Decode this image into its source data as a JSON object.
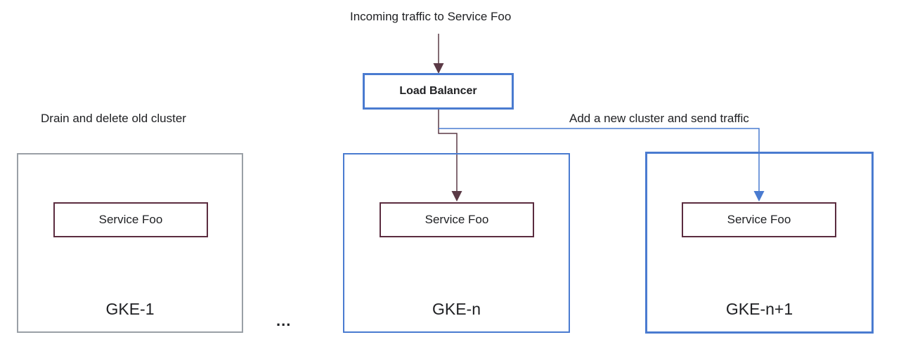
{
  "title": "Incoming traffic to Service Foo",
  "load_balancer": "Load Balancer",
  "left_note": "Drain and delete old cluster",
  "right_note": "Add a new cluster and send traffic",
  "ellipsis": "...",
  "clusters": [
    {
      "name": "GKE-1",
      "service": "Service Foo",
      "border_color": "#9aa0a6"
    },
    {
      "name": "GKE-n",
      "service": "Service Foo",
      "border_color": "#4a7bd0"
    },
    {
      "name": "GKE-n+1",
      "service": "Service Foo",
      "border_color": "#4a7bd0"
    }
  ],
  "colors": {
    "arrow_dark": "#5b3a46",
    "arrow_blue": "#4a7bd0",
    "service_border": "#5b2c3f"
  }
}
